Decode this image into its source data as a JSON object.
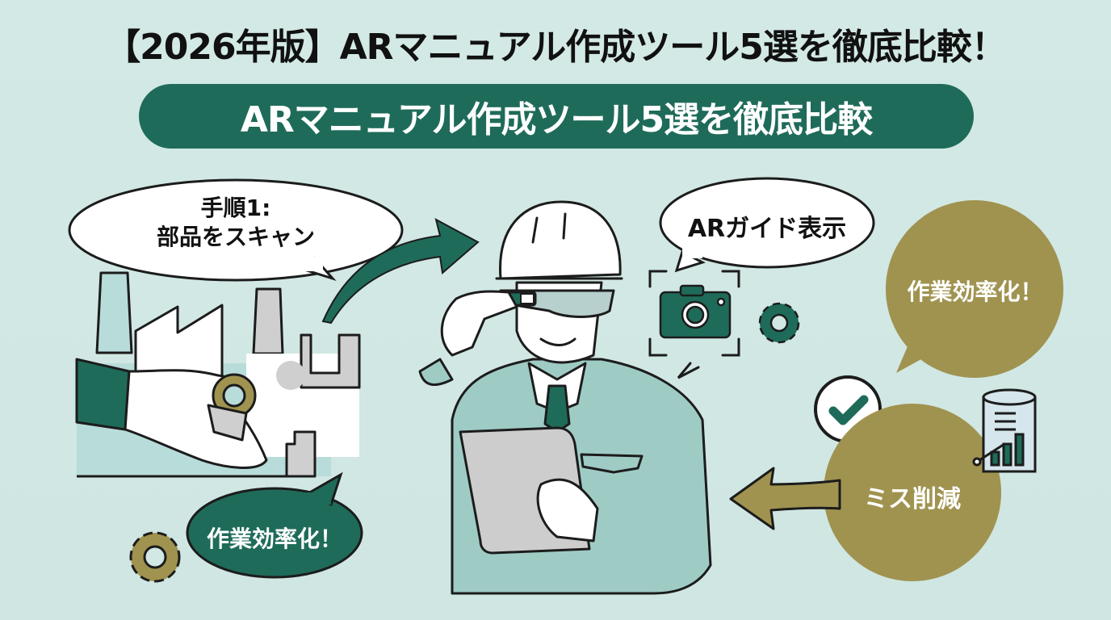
{
  "title": "【2026年版】ARマニュアル作成ツール5選を徹底比較！",
  "banner": "ARマニュアル作成ツール5選を徹底比較",
  "bubbles": {
    "step1_line1": "手順1:",
    "step1_line2": "部品をスキャン",
    "ar_guide": "ARガイド表示",
    "efficiency_right": "作業効率化！",
    "mistake_reduction": "ミス削減",
    "efficiency_left": "作業効率化！"
  },
  "colors": {
    "background": "#d1e8e4",
    "brand_green": "#1f6b5a",
    "olive": "#a09350",
    "suit": "#9fcbc5",
    "outline": "#1c1c1c"
  },
  "icons": [
    "camera-icon",
    "gear-icon",
    "checkmark-icon",
    "report-chart-icon",
    "arrow-right-icon",
    "arrow-left-icon",
    "gear-icon-olive"
  ]
}
